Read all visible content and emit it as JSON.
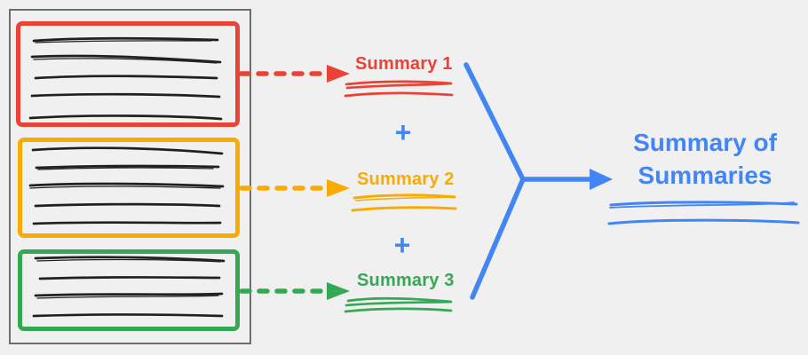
{
  "diagram": {
    "type": "flow-diagram",
    "description": "Document split into three highlighted sections, each mapped to a partial summary, combined into a summary of summaries",
    "document": {
      "sections": [
        {
          "id": "section-1",
          "color": "#ea4335",
          "text_line_count": 5
        },
        {
          "id": "section-2",
          "color": "#f9ab00",
          "text_line_count": 5
        },
        {
          "id": "section-3",
          "color": "#34a853",
          "text_line_count": 4
        }
      ],
      "outline_color": "#6e6e6e",
      "text_line_color": "#202020"
    },
    "summaries": [
      {
        "label": "Summary 1",
        "color": "#ea4335"
      },
      {
        "label": "Summary 2",
        "color": "#f9ab00"
      },
      {
        "label": "Summary 3",
        "color": "#34a853"
      }
    ],
    "plus_sign": "+",
    "output": {
      "title_line1": "Summary of",
      "title_line2": "Summaries",
      "color": "#4285f4"
    },
    "background_color": "#f0f0f1"
  }
}
